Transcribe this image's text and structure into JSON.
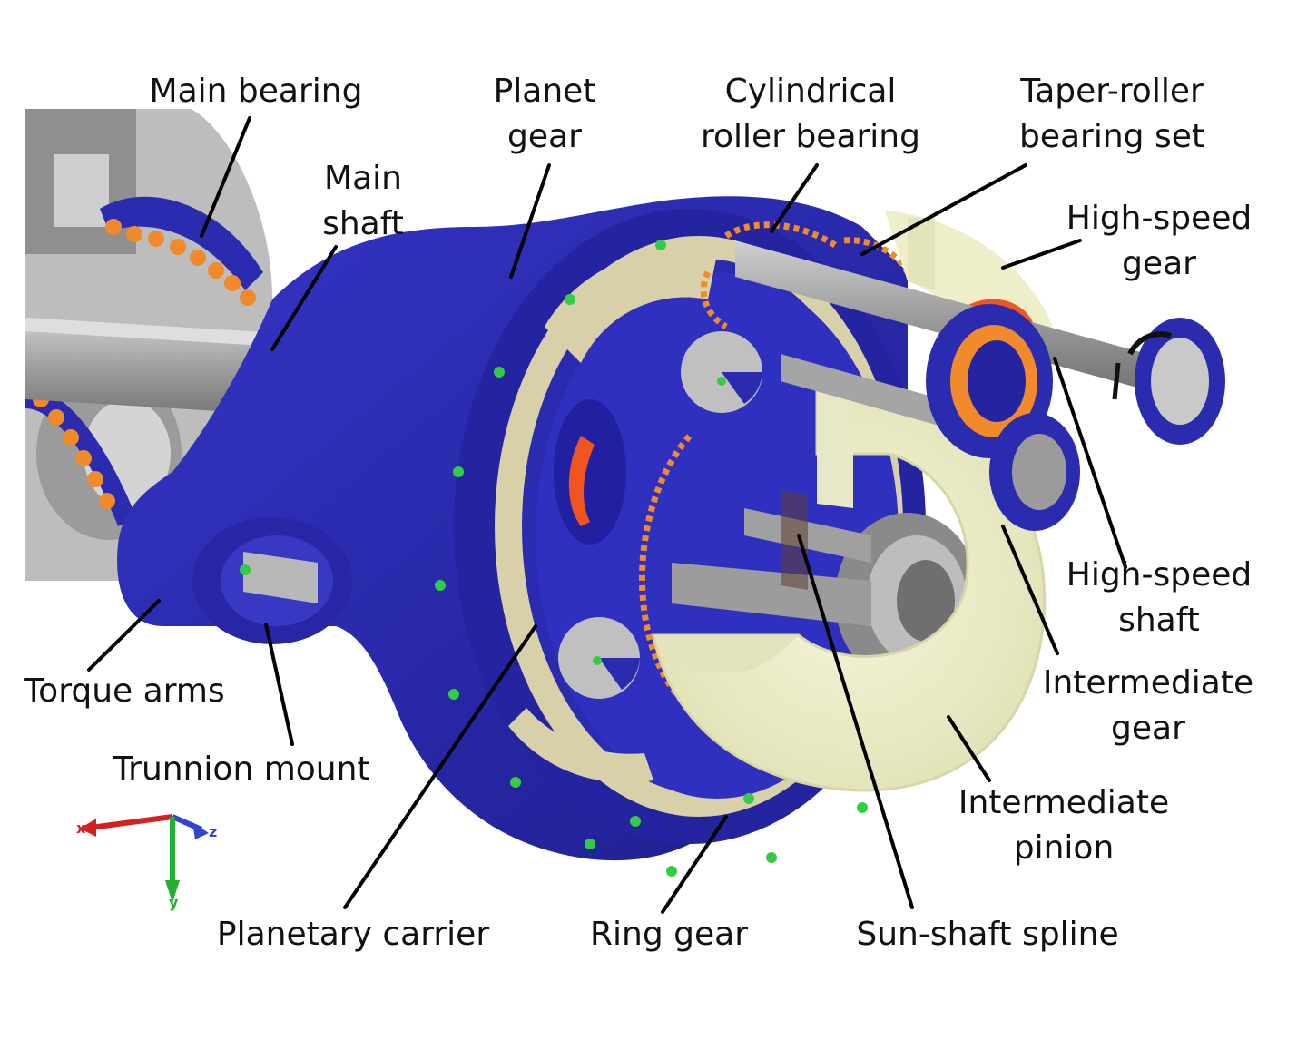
{
  "labels": {
    "main_bearing": "Main bearing",
    "main_shaft": [
      "Main",
      "shaft"
    ],
    "planet_gear": [
      "Planet",
      "gear"
    ],
    "cylindrical_roller_bearing": [
      "Cylindrical",
      "roller bearing"
    ],
    "taper_roller_bearing_set": [
      "Taper-roller",
      "bearing set"
    ],
    "high_speed_gear": [
      "High-speed",
      "gear"
    ],
    "high_speed_shaft": [
      "High-speed",
      "shaft"
    ],
    "intermediate_gear": [
      "Intermediate",
      "gear"
    ],
    "intermediate_pinion": [
      "Intermediate",
      "pinion"
    ],
    "sun_shaft_spline": "Sun-shaft spline",
    "ring_gear": "Ring gear",
    "planetary_carrier": "Planetary carrier",
    "trunnion_mount": "Trunnion mount",
    "torque_arms": "Torque arms"
  },
  "axis_triad": {
    "x": "x",
    "y": "y",
    "z": "z"
  },
  "colors": {
    "housing_blue": "#2b2bb0",
    "bearing_orange": "#f08a2a",
    "gear_cream": "#eeeec8",
    "shaft_gray": "#a9a9a9",
    "ring_gear_tan": "#d8d0a8",
    "marker_green": "#33cc44",
    "accent_red": "#f05520"
  }
}
